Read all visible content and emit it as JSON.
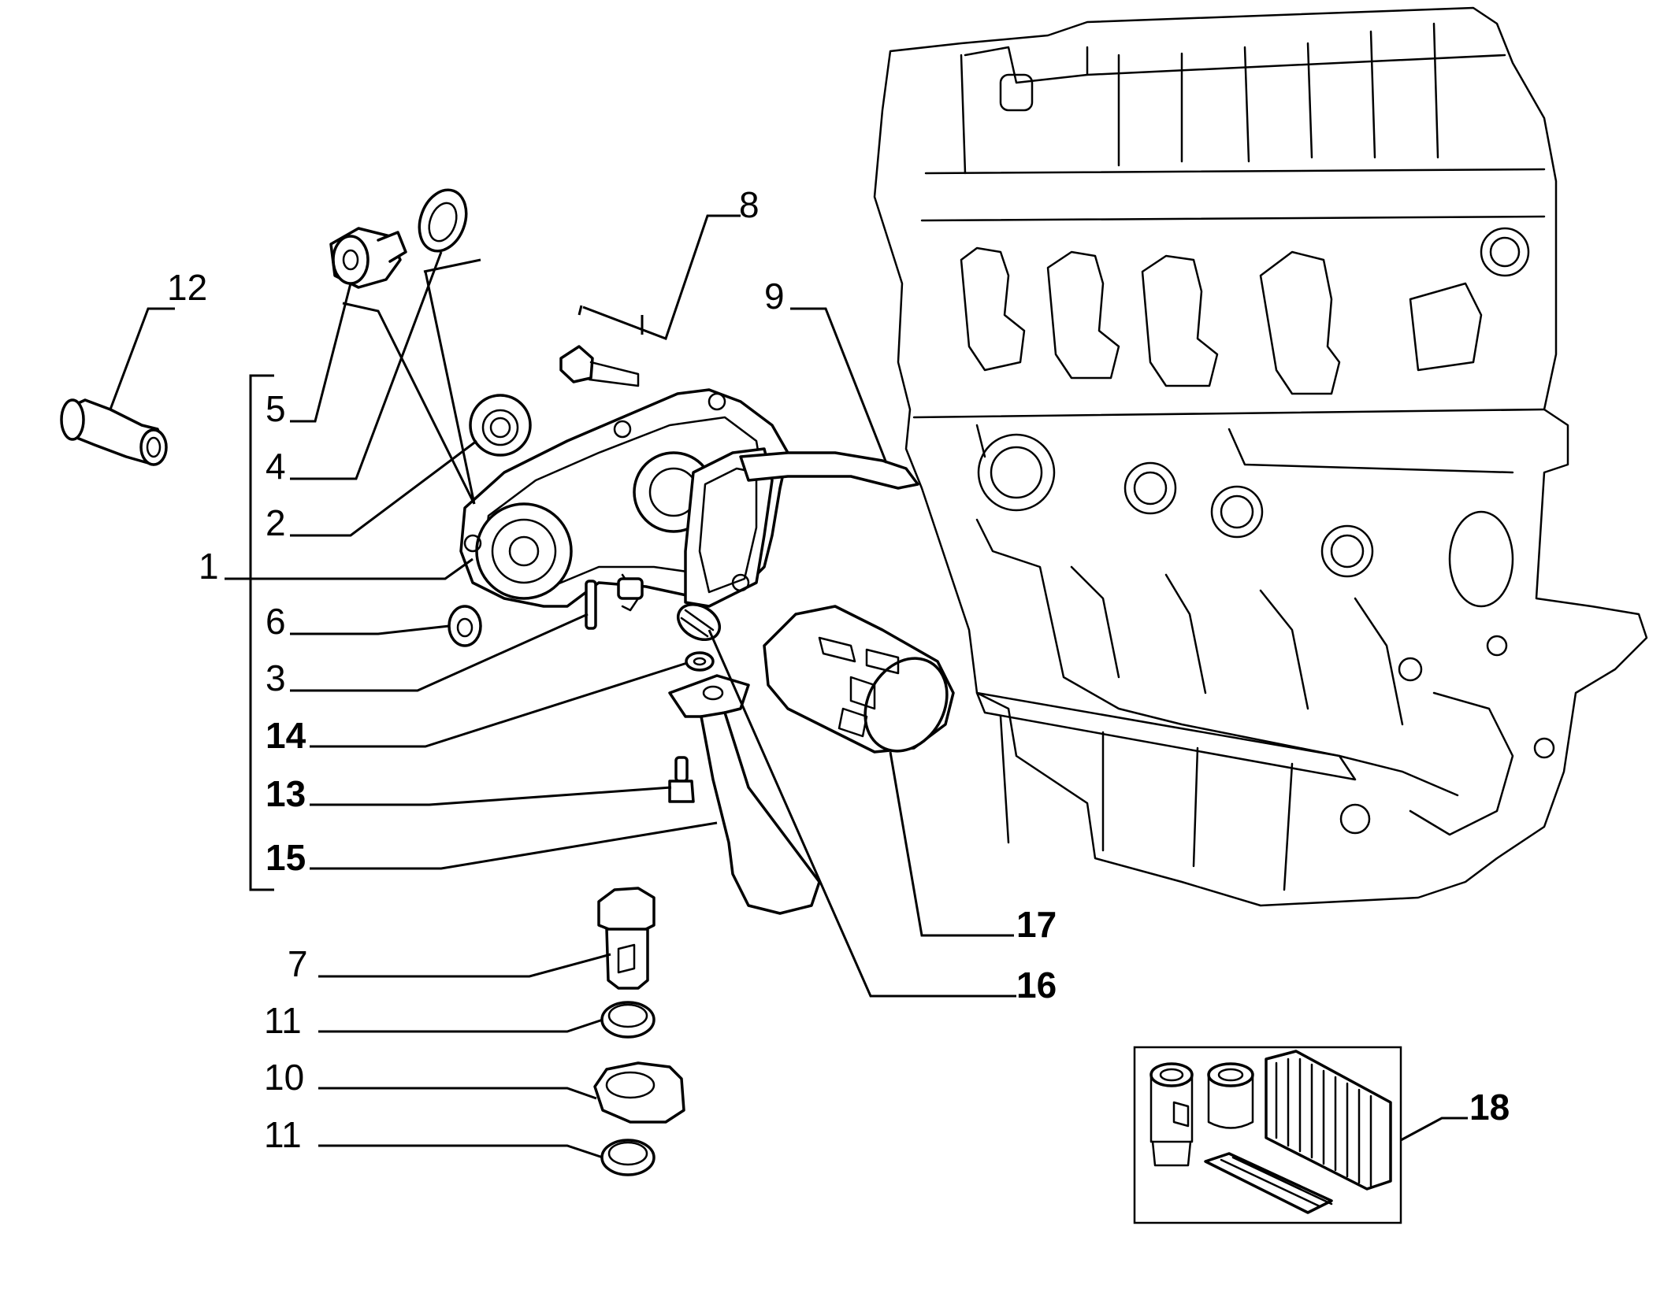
{
  "diagram": {
    "callouts": [
      {
        "id": "c1",
        "text": "1",
        "bold": false
      },
      {
        "id": "c2",
        "text": "2",
        "bold": false
      },
      {
        "id": "c3",
        "text": "3",
        "bold": false
      },
      {
        "id": "c4",
        "text": "4",
        "bold": false
      },
      {
        "id": "c5",
        "text": "5",
        "bold": false
      },
      {
        "id": "c6",
        "text": "6",
        "bold": false
      },
      {
        "id": "c7",
        "text": "7",
        "bold": false
      },
      {
        "id": "c8",
        "text": "8",
        "bold": false
      },
      {
        "id": "c9",
        "text": "9",
        "bold": false
      },
      {
        "id": "c10",
        "text": "10",
        "bold": false
      },
      {
        "id": "c11a",
        "text": "11",
        "bold": false
      },
      {
        "id": "c11b",
        "text": "11",
        "bold": false
      },
      {
        "id": "c12",
        "text": "12",
        "bold": false
      },
      {
        "id": "c13",
        "text": "13",
        "bold": true
      },
      {
        "id": "c14",
        "text": "14",
        "bold": true
      },
      {
        "id": "c15",
        "text": "15",
        "bold": true
      },
      {
        "id": "c16",
        "text": "16",
        "bold": true
      },
      {
        "id": "c17",
        "text": "17",
        "bold": true
      },
      {
        "id": "c18",
        "text": "18",
        "bold": true
      }
    ]
  }
}
